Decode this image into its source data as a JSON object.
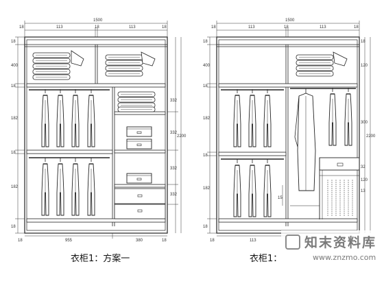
{
  "captions": {
    "plan_1": "衣柜1：方案一",
    "plan_2": "衣柜1："
  },
  "watermark": {
    "site_cn": "知末资料库",
    "url": "www.znzmo.com"
  },
  "dims": {
    "overall_width": "1500",
    "side": "18",
    "bay_left": "113",
    "bay_right": "113",
    "mid": "18",
    "bottom_left": "955",
    "bottom_right": "380",
    "shelf_top": "400",
    "hang_height": "182",
    "overall_height": "2200",
    "drawer_a": "332",
    "drawer_b": "332",
    "drawer_c": "332",
    "drawer_d": "332",
    "right_sub": "18",
    "right_a": "120",
    "right_b": "300",
    "small_a": "15",
    "small_b": "32",
    "small_c": "13"
  },
  "icons": [
    "folded-clothes-icon",
    "hanging-trousers-icon",
    "storage-box-icon",
    "long-coat-icon",
    "drawer-icon",
    "shoe-rack-icon",
    "logo-icon"
  ]
}
